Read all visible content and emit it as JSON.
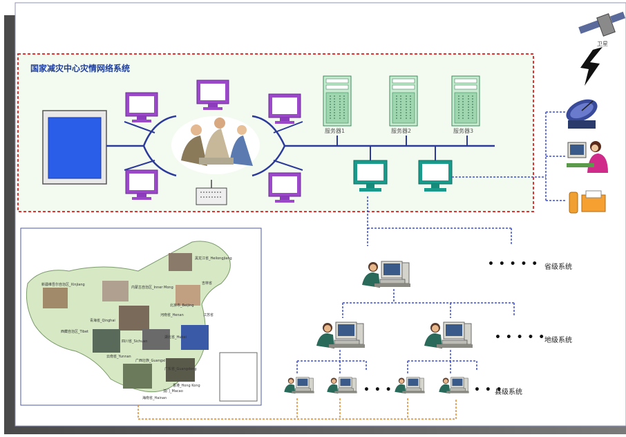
{
  "title": "国家减灾中心灾情网络系统",
  "servers": [
    {
      "label": "服务器1"
    },
    {
      "label": "服务器2"
    },
    {
      "label": "服务器3"
    }
  ],
  "satellite_label": "卫星",
  "levels": {
    "province": {
      "label": "省级系统",
      "dots": "• • • • •"
    },
    "city": {
      "label": "地级系统",
      "dots": "• • • • •"
    },
    "county": {
      "label": "县级系统",
      "dots": "• • •"
    }
  },
  "small_dots": "• • •",
  "map_labels": [
    "黑龙江省_Heilongjiang",
    "新疆维吾尔自治区_Xinjiang",
    "内蒙古自治区_Inner Mong",
    "吉林省",
    "北京市_Beijing",
    "青海省_Qinghai",
    "河南省_Henan",
    "西藏自治区_Tibet",
    "四川省_Sichuan",
    "湖北省_Hubei",
    "云南省_Yunnan",
    "广西壮族_Guangxi",
    "广东省_Guangdong",
    "香港_Hong Kong",
    "澳门_Macao",
    "海南省_Hainan",
    "江苏省"
  ],
  "colors": {
    "network_border": "#e53030",
    "network_fill": "#f3fbf0",
    "bus_line": "#2b3a9a",
    "dotted_blue": "#3b4fcf",
    "dotted_orange": "#e08a2a",
    "monitor_purple": "#9b49c9",
    "monitor_teal": "#1a9a8a",
    "map_fill": "#d6e8c4"
  },
  "icons": [
    "satellite-icon",
    "satellite-dish-icon",
    "operator-icon",
    "phone-fax-icon",
    "server-icon",
    "monitor-icon",
    "workstation-icon",
    "meeting-people-icon",
    "router-icon",
    "display-wall-icon"
  ]
}
